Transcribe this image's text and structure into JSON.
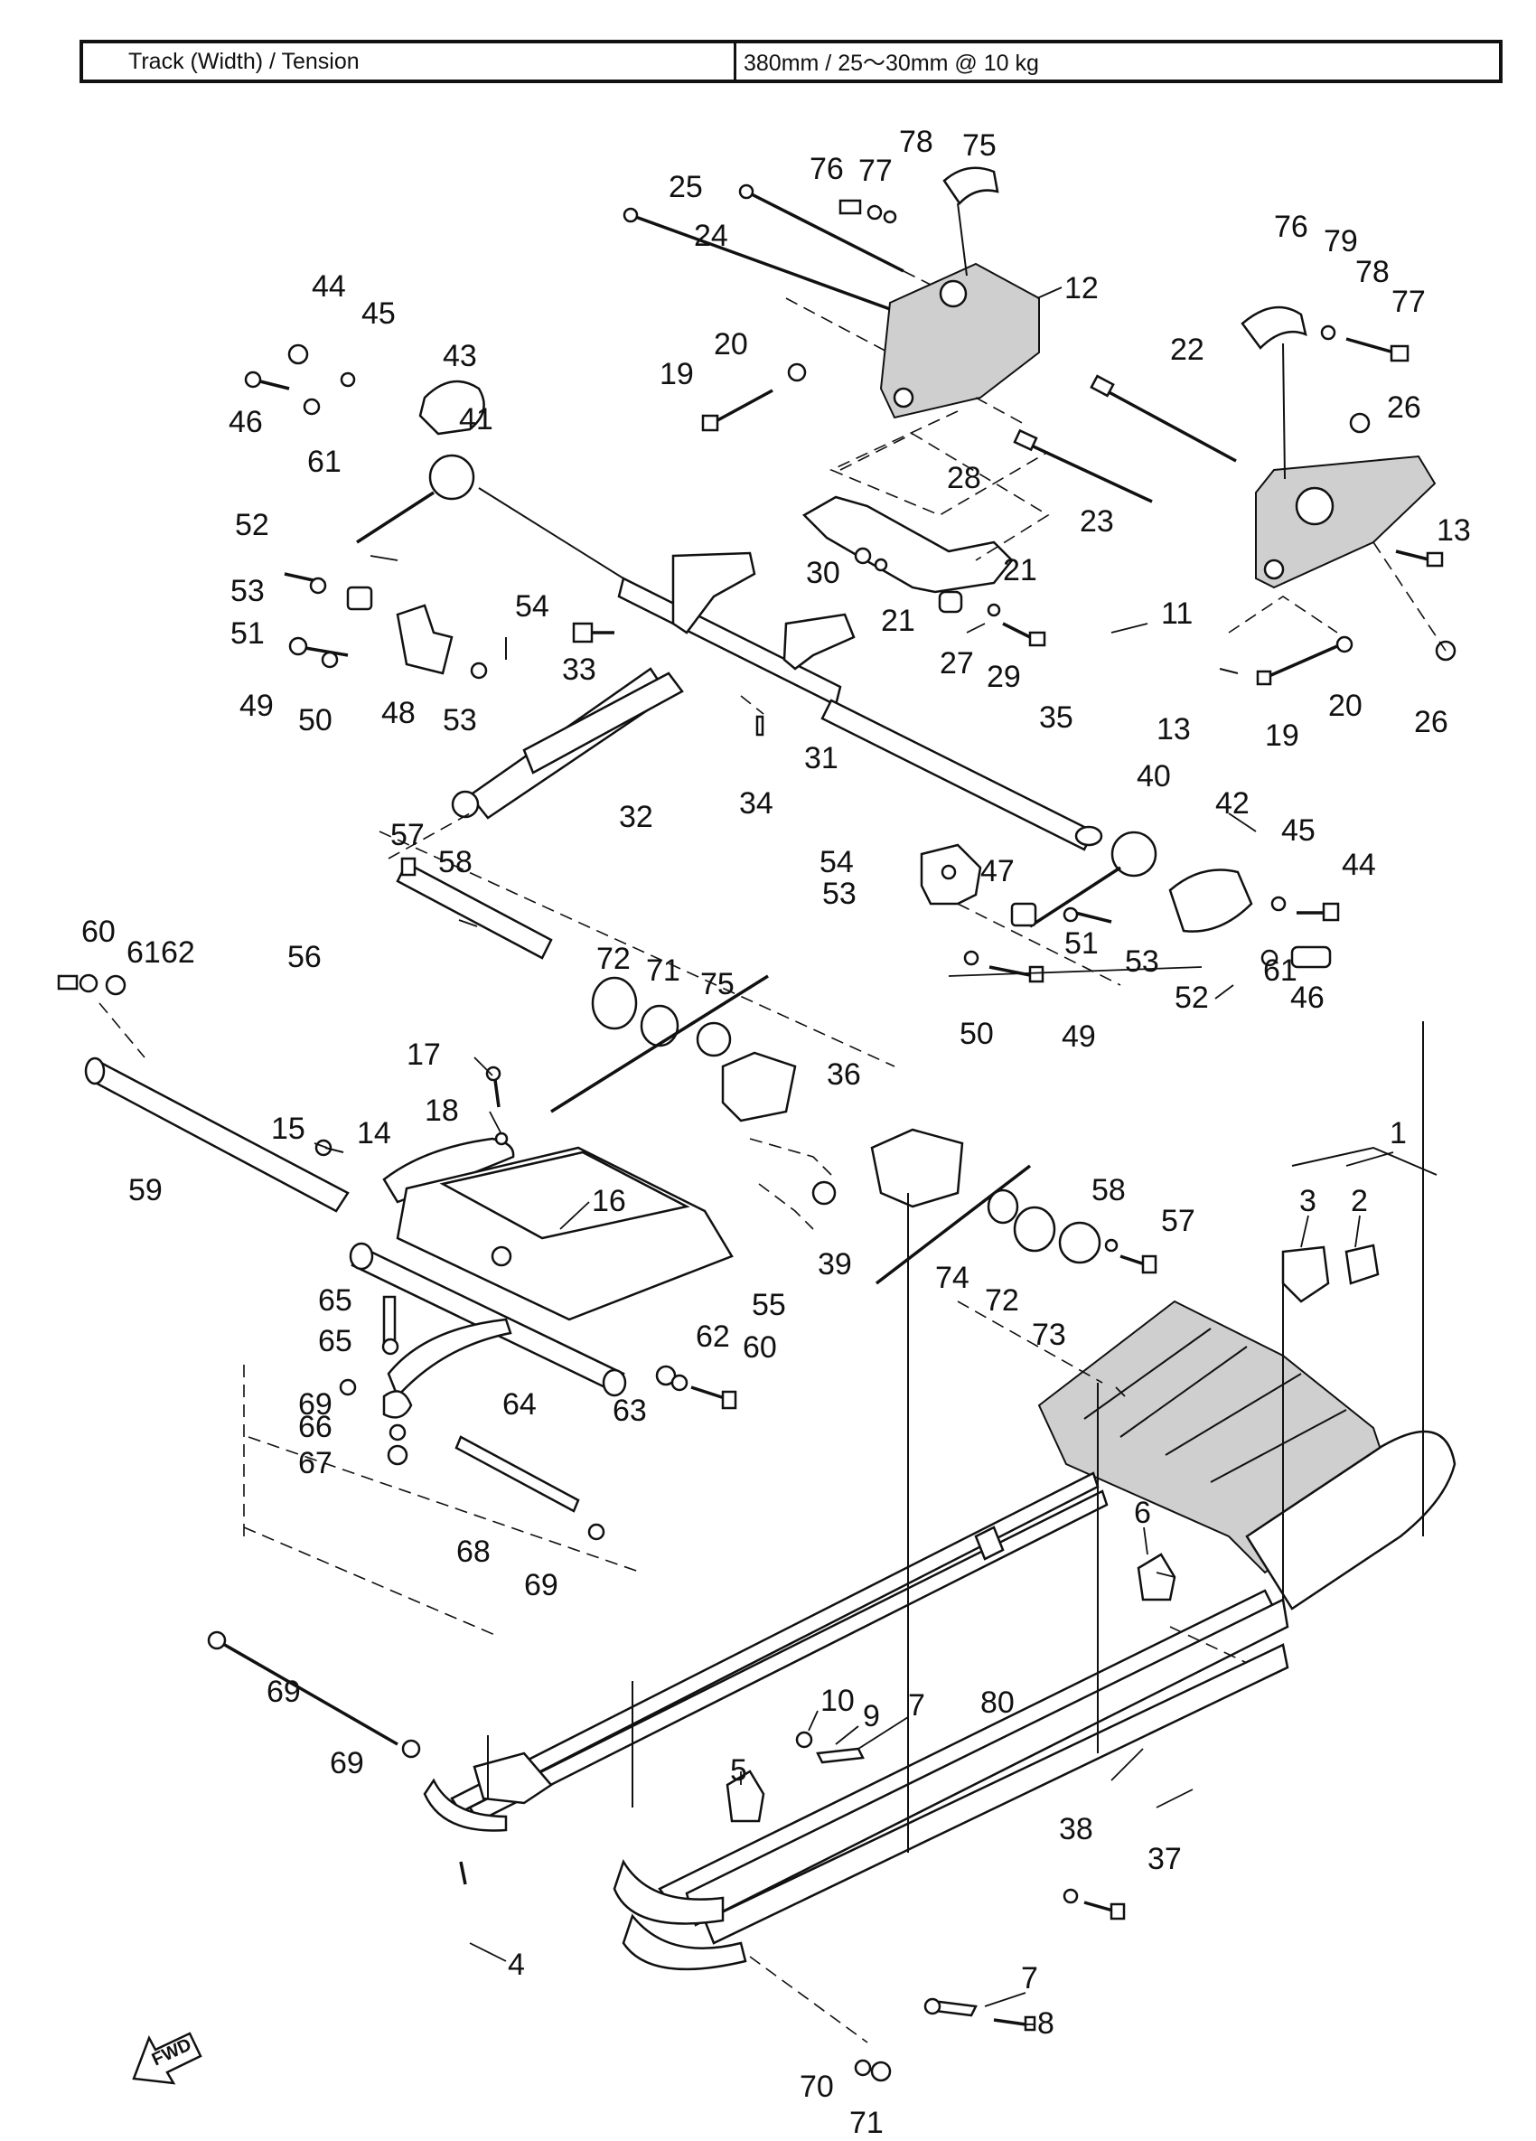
{
  "spec": {
    "label": "Track (Width) / Tension",
    "value": "380mm / 25～30mm @ 10 kg"
  },
  "fwd_label": "FWD",
  "callouts": [
    "1",
    "2",
    "3",
    "4",
    "5",
    "6",
    "7",
    "7",
    "8",
    "9",
    "10",
    "11",
    "12",
    "13",
    "13",
    "14",
    "15",
    "16",
    "17",
    "18",
    "19",
    "19",
    "20",
    "20",
    "21",
    "21",
    "22",
    "23",
    "24",
    "25",
    "26",
    "26",
    "27",
    "28",
    "29",
    "30",
    "31",
    "32",
    "33",
    "34",
    "35",
    "36",
    "37",
    "38",
    "39",
    "40",
    "41",
    "42",
    "43",
    "44",
    "44",
    "45",
    "45",
    "46",
    "46",
    "47",
    "48",
    "49",
    "49",
    "50",
    "50",
    "51",
    "51",
    "52",
    "52",
    "53",
    "53",
    "53",
    "53",
    "54",
    "54",
    "55",
    "56",
    "57",
    "57",
    "58",
    "58",
    "59",
    "60",
    "60",
    "61",
    "61",
    "61",
    "62",
    "62",
    "63",
    "64",
    "65",
    "65",
    "66",
    "67",
    "68",
    "69",
    "69",
    "69",
    "69",
    "70",
    "71",
    "71",
    "72",
    "72",
    "73",
    "74",
    "75",
    "75",
    "76",
    "76",
    "77",
    "77",
    "78",
    "78",
    "79",
    "80"
  ]
}
